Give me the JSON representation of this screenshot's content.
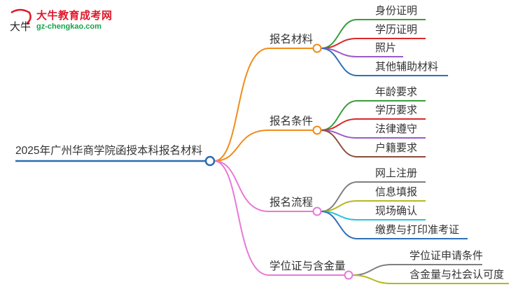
{
  "watermark": {
    "site_name": "大牛教育成考网",
    "site_url": "gz-chengkao.com",
    "logo_glyph": "大牛",
    "brand_red": "#e0182a",
    "brand_green": "#16a34a"
  },
  "mindmap": {
    "root": {
      "label": "2025年广州华商学院函授本科报名材料",
      "color": "#2b6cb0"
    },
    "branches": [
      {
        "label": "报名材料",
        "color": "#f08c1a",
        "children": [
          {
            "label": "身份证明",
            "color": "#3a9d3a"
          },
          {
            "label": "学历证明",
            "color": "#d9262b"
          },
          {
            "label": "照片",
            "color": "#9b59c9"
          },
          {
            "label": "其他辅助材料",
            "color": "#2e6fb5"
          }
        ]
      },
      {
        "label": "报名条件",
        "color": "#f08c1a",
        "children": [
          {
            "label": "年龄要求",
            "color": "#3a9d3a"
          },
          {
            "label": "学历要求",
            "color": "#d9262b"
          },
          {
            "label": "法律遵守",
            "color": "#9b59c9"
          },
          {
            "label": "户籍要求",
            "color": "#8b4c3a"
          }
        ]
      },
      {
        "label": "报名流程",
        "color": "#e879d8",
        "children": [
          {
            "label": "网上注册",
            "color": "#7f7f7f"
          },
          {
            "label": "信息填报",
            "color": "#b5b820"
          },
          {
            "label": "现场确认",
            "color": "#27c3d6"
          },
          {
            "label": "缴费与打印准考证",
            "color": "#2e6fb5"
          }
        ]
      },
      {
        "label": "学位证与含金量",
        "color": "#e879d8",
        "children": [
          {
            "label": "学位证申请条件",
            "color": "#7f7f7f"
          },
          {
            "label": "含金量与社会认可度",
            "color": "#b5b820"
          }
        ]
      }
    ]
  }
}
